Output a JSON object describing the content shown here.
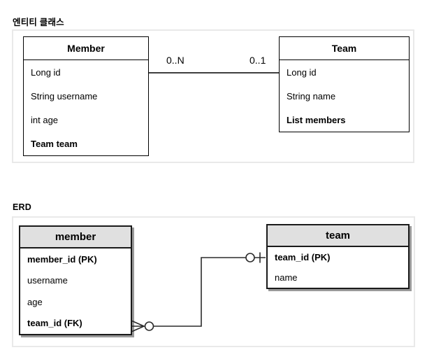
{
  "colors": {
    "class_border": "#000000",
    "container_border": "#e9e9e9",
    "erd_border": "#1a1a1a",
    "erd_header_fill": "#e0e0e0",
    "erd_shadow": "#999999",
    "line": "#2b2b2b",
    "text": "#000000"
  },
  "uml_section": {
    "title": "엔티티 클래스",
    "classes": [
      {
        "name": "Member",
        "fields": [
          {
            "text": "Long id",
            "bold": false
          },
          {
            "text": "String username",
            "bold": false
          },
          {
            "text": "int age",
            "bold": false
          },
          {
            "text": "Team team",
            "bold": true
          }
        ]
      },
      {
        "name": "Team",
        "fields": [
          {
            "text": "Long id",
            "bold": false
          },
          {
            "text": "String name",
            "bold": false
          },
          {
            "text": "List members",
            "bold": true
          }
        ]
      }
    ],
    "association": {
      "from_multiplicity": "0..N",
      "to_multiplicity": "0..1"
    }
  },
  "erd_section": {
    "title": "ERD",
    "tables": [
      {
        "name": "member",
        "columns": [
          {
            "text": "member_id (PK)",
            "bold": true
          },
          {
            "text": "username",
            "bold": false
          },
          {
            "text": "age",
            "bold": false
          },
          {
            "text": "team_id (FK)",
            "bold": true
          }
        ]
      },
      {
        "name": "team",
        "columns": [
          {
            "text": "team_id (PK)",
            "bold": true
          },
          {
            "text": "name",
            "bold": false
          }
        ]
      }
    ],
    "relationship": {
      "member_side": "zero-or-many",
      "team_side": "zero-or-one"
    }
  }
}
